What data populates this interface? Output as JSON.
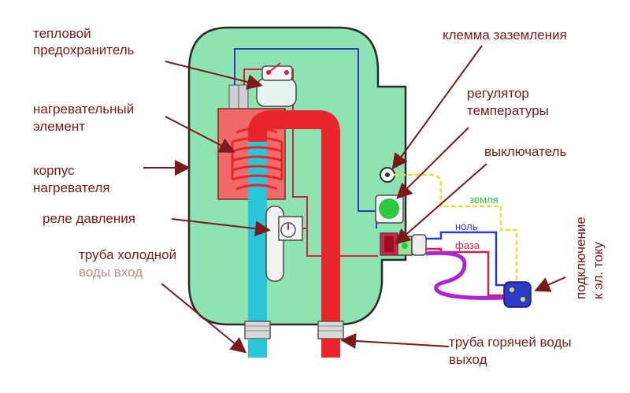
{
  "labels": {
    "thermal_fuse": [
      "тепловой",
      "предохранитель"
    ],
    "heating_element": [
      "нагревательный",
      "элемент"
    ],
    "heater_body": [
      "корпус",
      "нагревателя"
    ],
    "pressure_relay": "реле давления",
    "cold_pipe": [
      "труба холодной",
      "воды вход"
    ],
    "ground_terminal": "клемма заземления",
    "temp_regulator": [
      "регулятор",
      "температуры"
    ],
    "switch": "выключатель",
    "hot_pipe": [
      "труба горячей воды",
      "выход"
    ],
    "power_connection": [
      "подключение",
      "к эл. току"
    ]
  },
  "wires": {
    "ground": "земля",
    "neutral": "ноль",
    "phase": "фаза"
  },
  "colors": {
    "body": "#8ee3b3",
    "hot": "#e8252a",
    "cold": "#2cc4d8",
    "ground": "#e6de3a",
    "neutral": "#2a3bc9",
    "phase": "#d6204a",
    "label": "#7a1a1a",
    "plug": "#b022d6"
  }
}
